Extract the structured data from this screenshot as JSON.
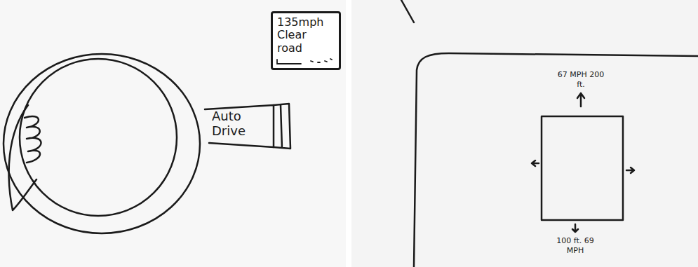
{
  "diagram": {
    "nodes": [
      {
        "text": [
          "135mph Clear road"
        ]
      },
      {
        "text": [
          "Auto Drive"
        ]
      }
    ],
    "labels": [
      "67 MPH 200 ft.",
      "100 ft. 69 MPH"
    ]
  }
}
